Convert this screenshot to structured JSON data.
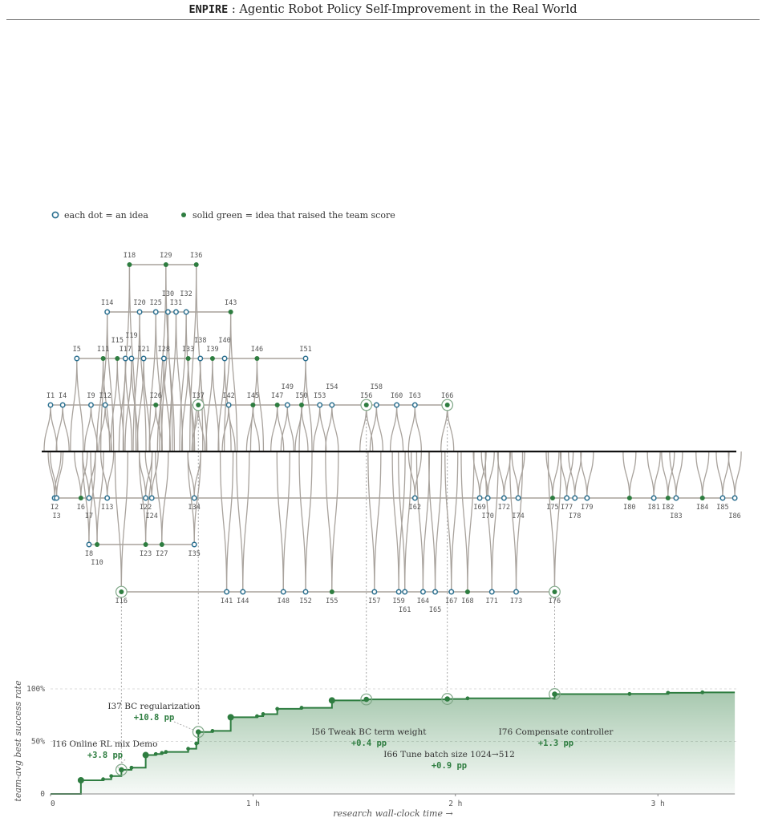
{
  "header": {
    "title_mono": "ENPIRE",
    "title_rest": ": Agentic Robot Policy Self-Improvement in the Real World"
  },
  "legend": {
    "open": "each dot = an idea",
    "solid": "solid green = idea that raised the team score"
  },
  "colors": {
    "green": "#2e7d40",
    "blue": "#2a6f8f",
    "edge": "#a8a29c",
    "axis": "#111111"
  },
  "tree": {
    "nodes": [
      {
        "id": "I1",
        "t": 0.0,
        "lane": 1,
        "s": 0
      },
      {
        "id": "I2",
        "t": 0.02,
        "lane": -1,
        "s": 0
      },
      {
        "id": "I3",
        "t": 0.03,
        "lane": -1,
        "s": 0
      },
      {
        "id": "I4",
        "t": 0.06,
        "lane": 1,
        "s": 0
      },
      {
        "id": "I5",
        "t": 0.13,
        "lane": 2,
        "s": 0
      },
      {
        "id": "I6",
        "t": 0.15,
        "lane": -1,
        "s": 1
      },
      {
        "id": "I7",
        "t": 0.19,
        "lane": -1,
        "s": 0
      },
      {
        "id": "I8",
        "t": 0.19,
        "lane": -2,
        "s": 0
      },
      {
        "id": "I9",
        "t": 0.2,
        "lane": 1,
        "s": 0
      },
      {
        "id": "I10",
        "t": 0.23,
        "lane": -2,
        "s": 1
      },
      {
        "id": "I11",
        "t": 0.26,
        "lane": 2,
        "s": 1
      },
      {
        "id": "I12",
        "t": 0.27,
        "lane": 1,
        "s": 0
      },
      {
        "id": "I13",
        "t": 0.28,
        "lane": -1,
        "s": 0
      },
      {
        "id": "I14",
        "t": 0.28,
        "lane": 3,
        "s": 0
      },
      {
        "id": "I15",
        "t": 0.33,
        "lane": 2,
        "s": 1
      },
      {
        "id": "I16",
        "t": 0.35,
        "lane": -3,
        "s": 1,
        "big": 1
      },
      {
        "id": "I17",
        "t": 0.37,
        "lane": 2,
        "s": 0
      },
      {
        "id": "I18",
        "t": 0.39,
        "lane": 4,
        "s": 1
      },
      {
        "id": "I19",
        "t": 0.4,
        "lane": 2,
        "s": 0
      },
      {
        "id": "I20",
        "t": 0.44,
        "lane": 3,
        "s": 0
      },
      {
        "id": "I21",
        "t": 0.46,
        "lane": 2,
        "s": 0
      },
      {
        "id": "I22",
        "t": 0.47,
        "lane": -1,
        "s": 0
      },
      {
        "id": "I23",
        "t": 0.47,
        "lane": -2,
        "s": 1
      },
      {
        "id": "I24",
        "t": 0.5,
        "lane": -1,
        "s": 0
      },
      {
        "id": "I25",
        "t": 0.52,
        "lane": 3,
        "s": 0
      },
      {
        "id": "I26",
        "t": 0.52,
        "lane": 1,
        "s": 1
      },
      {
        "id": "I27",
        "t": 0.55,
        "lane": -2,
        "s": 1
      },
      {
        "id": "I28",
        "t": 0.56,
        "lane": 2,
        "s": 0
      },
      {
        "id": "I29",
        "t": 0.57,
        "lane": 4,
        "s": 1
      },
      {
        "id": "I30",
        "t": 0.58,
        "lane": 3,
        "s": 0
      },
      {
        "id": "I31",
        "t": 0.62,
        "lane": 3,
        "s": 0
      },
      {
        "id": "I32",
        "t": 0.67,
        "lane": 3,
        "s": 0
      },
      {
        "id": "I33",
        "t": 0.68,
        "lane": 2,
        "s": 1
      },
      {
        "id": "I34",
        "t": 0.71,
        "lane": -1,
        "s": 0
      },
      {
        "id": "I35",
        "t": 0.71,
        "lane": -2,
        "s": 0
      },
      {
        "id": "I36",
        "t": 0.72,
        "lane": 4,
        "s": 1
      },
      {
        "id": "I37",
        "t": 0.73,
        "lane": 1,
        "s": 1,
        "big": 1
      },
      {
        "id": "I38",
        "t": 0.74,
        "lane": 2,
        "s": 0
      },
      {
        "id": "I39",
        "t": 0.8,
        "lane": 2,
        "s": 1
      },
      {
        "id": "I40",
        "t": 0.86,
        "lane": 2,
        "s": 0
      },
      {
        "id": "I41",
        "t": 0.87,
        "lane": -3,
        "s": 0
      },
      {
        "id": "I42",
        "t": 0.88,
        "lane": 1,
        "s": 0
      },
      {
        "id": "I43",
        "t": 0.89,
        "lane": 3,
        "s": 1
      },
      {
        "id": "I44",
        "t": 0.95,
        "lane": -3,
        "s": 0
      },
      {
        "id": "I45",
        "t": 1.0,
        "lane": 1,
        "s": 1
      },
      {
        "id": "I46",
        "t": 1.02,
        "lane": 2,
        "s": 1
      },
      {
        "id": "I47",
        "t": 1.12,
        "lane": 1,
        "s": 1
      },
      {
        "id": "I48",
        "t": 1.15,
        "lane": -3,
        "s": 0
      },
      {
        "id": "I49",
        "t": 1.17,
        "lane": 1,
        "s": 0
      },
      {
        "id": "I50",
        "t": 1.24,
        "lane": 1,
        "s": 1
      },
      {
        "id": "I51",
        "t": 1.26,
        "lane": 2,
        "s": 0
      },
      {
        "id": "I52",
        "t": 1.26,
        "lane": -3,
        "s": 0
      },
      {
        "id": "I53",
        "t": 1.33,
        "lane": 1,
        "s": 0
      },
      {
        "id": "I54",
        "t": 1.39,
        "lane": 1,
        "s": 0
      },
      {
        "id": "I55",
        "t": 1.39,
        "lane": -3,
        "s": 1
      },
      {
        "id": "I56",
        "t": 1.56,
        "lane": 1,
        "s": 1,
        "big": 1
      },
      {
        "id": "I57",
        "t": 1.6,
        "lane": -3,
        "s": 0
      },
      {
        "id": "I58",
        "t": 1.61,
        "lane": 1,
        "s": 0
      },
      {
        "id": "I59",
        "t": 1.72,
        "lane": -3,
        "s": 0
      },
      {
        "id": "I60",
        "t": 1.71,
        "lane": 1,
        "s": 0
      },
      {
        "id": "I61",
        "t": 1.75,
        "lane": -3,
        "s": 0
      },
      {
        "id": "I62",
        "t": 1.8,
        "lane": -1,
        "s": 0
      },
      {
        "id": "I63",
        "t": 1.8,
        "lane": 1,
        "s": 0
      },
      {
        "id": "I64",
        "t": 1.84,
        "lane": -3,
        "s": 0
      },
      {
        "id": "I65",
        "t": 1.9,
        "lane": -3,
        "s": 0
      },
      {
        "id": "I66",
        "t": 1.96,
        "lane": 1,
        "s": 1,
        "big": 1
      },
      {
        "id": "I67",
        "t": 1.98,
        "lane": -3,
        "s": 0
      },
      {
        "id": "I68",
        "t": 2.06,
        "lane": -3,
        "s": 1
      },
      {
        "id": "I69",
        "t": 2.12,
        "lane": -1,
        "s": 0
      },
      {
        "id": "I70",
        "t": 2.16,
        "lane": -1,
        "s": 0
      },
      {
        "id": "I71",
        "t": 2.18,
        "lane": -3,
        "s": 0
      },
      {
        "id": "I72",
        "t": 2.24,
        "lane": -1,
        "s": 0
      },
      {
        "id": "I73",
        "t": 2.3,
        "lane": -3,
        "s": 0
      },
      {
        "id": "I74",
        "t": 2.31,
        "lane": -1,
        "s": 0
      },
      {
        "id": "I75",
        "t": 2.48,
        "lane": -1,
        "s": 1
      },
      {
        "id": "I76",
        "t": 2.49,
        "lane": -3,
        "s": 1,
        "big": 1
      },
      {
        "id": "I77",
        "t": 2.55,
        "lane": -1,
        "s": 0
      },
      {
        "id": "I78",
        "t": 2.59,
        "lane": -1,
        "s": 0
      },
      {
        "id": "I79",
        "t": 2.65,
        "lane": -1,
        "s": 0
      },
      {
        "id": "I80",
        "t": 2.86,
        "lane": -1,
        "s": 1
      },
      {
        "id": "I81",
        "t": 2.98,
        "lane": -1,
        "s": 0
      },
      {
        "id": "I82",
        "t": 3.05,
        "lane": -1,
        "s": 1
      },
      {
        "id": "I83",
        "t": 3.09,
        "lane": -1,
        "s": 0
      },
      {
        "id": "I84",
        "t": 3.22,
        "lane": -1,
        "s": 1
      },
      {
        "id": "I85",
        "t": 3.32,
        "lane": -1,
        "s": 0
      },
      {
        "id": "I86",
        "t": 3.38,
        "lane": -1,
        "s": 0
      }
    ]
  },
  "chart_data": {
    "type": "line",
    "step": true,
    "xlabel": "research wall-clock time →",
    "ylabel": "team-avg best success rate",
    "xlim": [
      0,
      3.38
    ],
    "ylim": [
      0,
      100
    ],
    "xticks": [
      {
        "v": 0,
        "label": "0"
      },
      {
        "v": 1,
        "label": "1 h"
      },
      {
        "v": 2,
        "label": "2 h"
      },
      {
        "v": 3,
        "label": "3 h"
      }
    ],
    "yticks": [
      {
        "v": 0,
        "label": "0"
      },
      {
        "v": 50,
        "label": "50%"
      },
      {
        "v": 100,
        "label": "100%"
      }
    ],
    "series": [
      {
        "x": [
          0.15,
          0.26,
          0.3,
          0.35,
          0.4,
          0.47,
          0.52,
          0.55,
          0.57,
          0.68,
          0.72,
          0.73,
          0.8,
          0.89,
          1.02,
          1.05,
          1.12,
          1.24,
          1.39,
          1.56,
          1.96,
          2.06,
          2.49,
          2.86,
          3.05,
          3.22,
          3.38
        ],
        "y": [
          13,
          14,
          17,
          23,
          25,
          37,
          38,
          39,
          40,
          43,
          48,
          59,
          60,
          73,
          74,
          76,
          81,
          82,
          89,
          90,
          90.4,
          91,
          95,
          95.2,
          96.3,
          96.7,
          96.7
        ],
        "marker": [
          1,
          1,
          1,
          1,
          1,
          1,
          1,
          1,
          1,
          1,
          1,
          1,
          1,
          1,
          1,
          1,
          1,
          1,
          1,
          1,
          1,
          1,
          1,
          1,
          1,
          1,
          0
        ],
        "big": [
          1,
          0,
          0,
          0,
          0,
          1,
          0,
          0,
          0,
          0,
          0,
          0,
          0,
          1,
          0,
          0,
          0,
          0,
          1,
          0,
          0,
          0,
          0,
          0,
          0,
          0,
          0
        ]
      }
    ],
    "annotations": [
      {
        "node": "I16",
        "t": 0.35,
        "y": 23,
        "text": "I16 Online RL mix Demo",
        "gain": "+3.8 pp"
      },
      {
        "node": "I37",
        "t": 0.73,
        "y": 59,
        "text": "I37 BC regularization",
        "gain": "+10.8 pp"
      },
      {
        "node": "I56",
        "t": 1.56,
        "y": 90,
        "text": "I56 Tweak BC term weight",
        "gain": "+0.4 pp"
      },
      {
        "node": "I66",
        "t": 1.96,
        "y": 90.4,
        "text": "I66 Tune batch size 1024→512",
        "gain": "+0.9 pp"
      },
      {
        "node": "I76",
        "t": 2.49,
        "y": 95,
        "text": "I76 Compensate controller",
        "gain": "+1.3 pp"
      }
    ]
  }
}
